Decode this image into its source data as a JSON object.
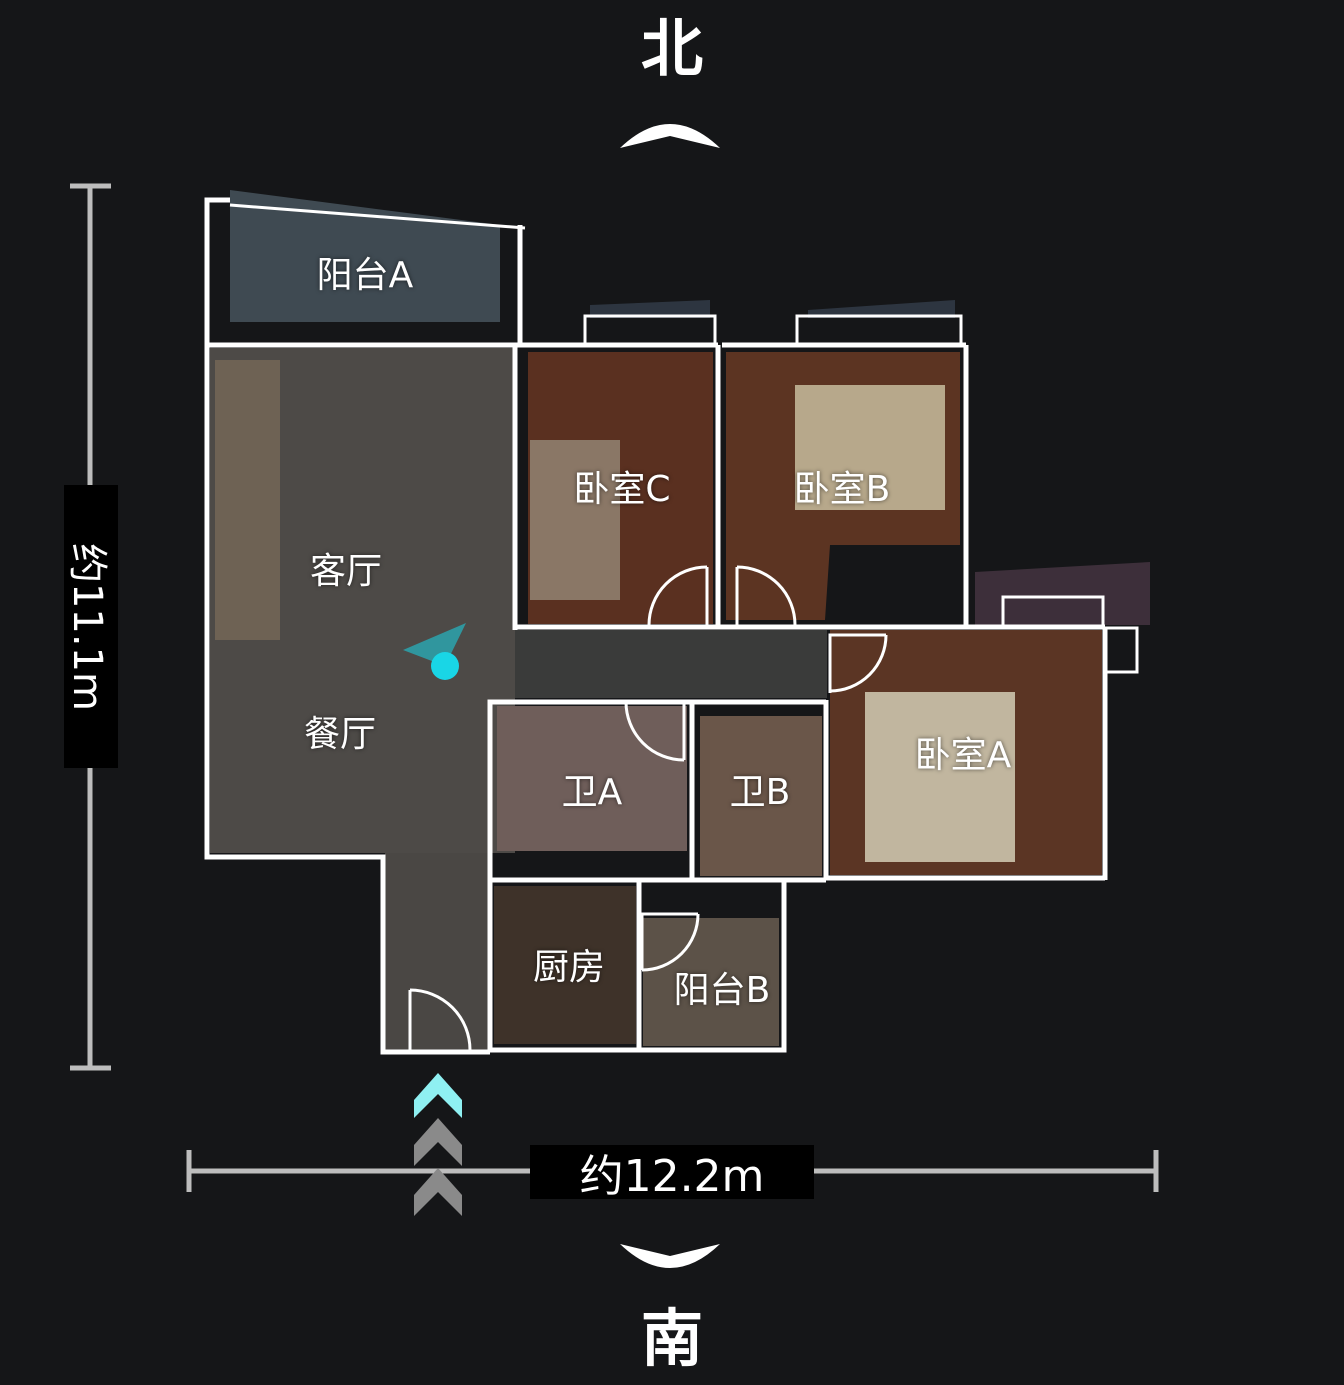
{
  "compass": {
    "north": "北",
    "south": "南"
  },
  "dimensions": {
    "height": "约11.1m",
    "width": "约12.2m"
  },
  "rooms": {
    "balcony_a": "阳台A",
    "living_room": "客厅",
    "dining_room": "餐厅",
    "bedroom_c": "卧室C",
    "bedroom_b": "卧室B",
    "bedroom_a": "卧室A",
    "bathroom_a": "卫A",
    "bathroom_b": "卫B",
    "kitchen": "厨房",
    "balcony_b": "阳台B"
  },
  "colors": {
    "background": "#151618",
    "walls": "#ffffff",
    "marker": "#19d6e6",
    "entry_arrow_active": "#8ff0f2",
    "entry_arrow_inactive": "#8a8a8a",
    "dimension_line": "#bdbdbd"
  },
  "icons": {
    "north": "chevron-up-icon",
    "south": "chevron-down-icon",
    "position_marker": "location-marker-icon",
    "entry": "double-chevron-up-icon"
  }
}
